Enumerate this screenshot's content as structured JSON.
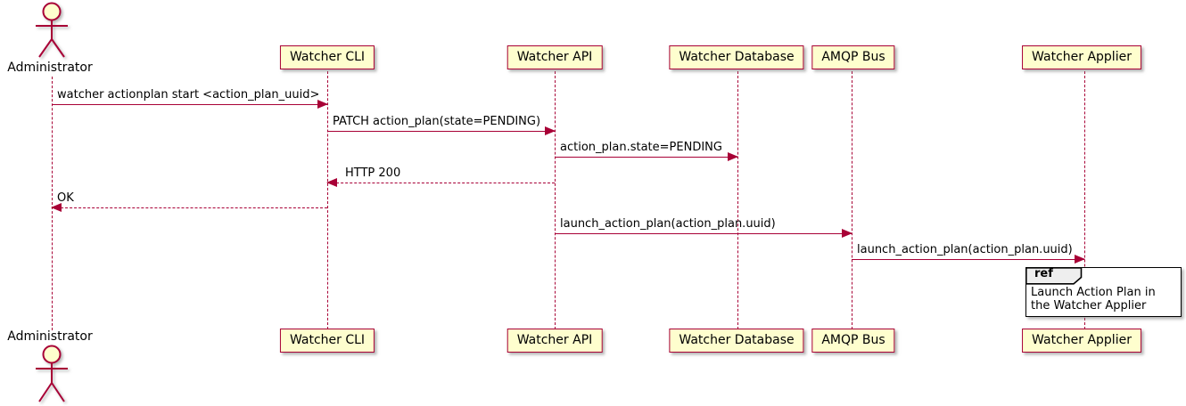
{
  "diagram": {
    "type": "sequence-diagram",
    "colors": {
      "accent": "#A80036",
      "participant_fill": "#FEFECE",
      "ref_header_fill": "#EEEEEE",
      "text": "#000000",
      "background": "#FFFFFF"
    },
    "actor": {
      "name": "Administrator"
    },
    "participants": [
      {
        "name": "Watcher CLI"
      },
      {
        "name": "Watcher API"
      },
      {
        "name": "Watcher Database"
      },
      {
        "name": "AMQP Bus"
      },
      {
        "name": "Watcher Applier"
      }
    ],
    "messages": [
      {
        "from": "Administrator",
        "to": "Watcher CLI",
        "text": "watcher actionplan start <action_plan_uuid>",
        "style": "solid"
      },
      {
        "from": "Watcher CLI",
        "to": "Watcher API",
        "text": "PATCH action_plan(state=PENDING)",
        "style": "solid"
      },
      {
        "from": "Watcher API",
        "to": "Watcher Database",
        "text": "action_plan.state=PENDING",
        "style": "solid"
      },
      {
        "from": "Watcher API",
        "to": "Watcher CLI",
        "text": "HTTP 200",
        "style": "dashed"
      },
      {
        "from": "Watcher CLI",
        "to": "Administrator",
        "text": "OK",
        "style": "dashed"
      },
      {
        "from": "Watcher API",
        "to": "AMQP Bus",
        "text": "launch_action_plan(action_plan.uuid)",
        "style": "solid"
      },
      {
        "from": "AMQP Bus",
        "to": "Watcher Applier",
        "text": "launch_action_plan(action_plan.uuid)",
        "style": "solid"
      }
    ],
    "ref": {
      "keyword": "ref",
      "text": "Launch Action Plan in the Watcher Applier"
    }
  }
}
